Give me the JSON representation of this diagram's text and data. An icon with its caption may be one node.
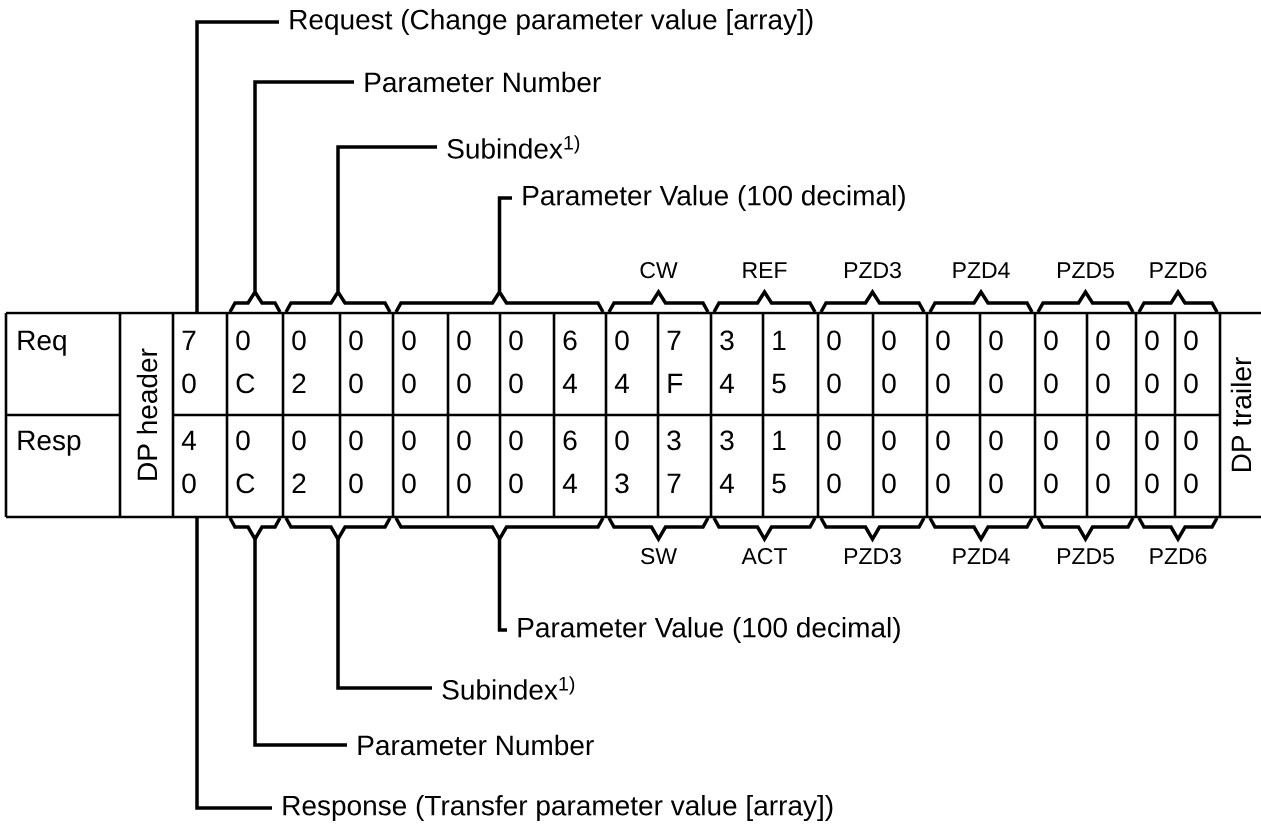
{
  "diagram": {
    "nodes": [
      {
        "text": [
          "Request (Change parameter value [array])"
        ]
      },
      {
        "text": [
          "Parameter Number"
        ]
      },
      {
        "text": [
          "Subindex$^{1)}$"
        ]
      },
      {
        "text": [
          "Parameter Value (100 decimal)"
        ]
      },
      {
        "text": [
          "Parameter Value (100 decimal)"
        ]
      },
      {
        "text": [
          "Subindex$^{1)}$"
        ]
      },
      {
        "text": [
          "Parameter Number"
        ]
      },
      {
        "text": [
          "Response (Transfer parameter value [array])"
        ]
      },
      {
        "text": [],
        "shape": "bracket"
      },
      {
        "text": [],
        "shape": "bracket"
      },
      {
        "text": [],
        "shape": "bracket"
      },
      {
        "text": [],
        "shape": "bracket"
      },
      {
        "text": [],
        "shape": "bracket"
      },
      {
        "text": [],
        "shape": "bracket"
      }
    ],
    "edges": [
      {
        "from": 0,
        "to": null,
        "arrow": "none"
      },
      {
        "from": 1,
        "to": 8,
        "arrow": "none"
      },
      {
        "from": 2,
        "to": 9,
        "arrow": "none"
      },
      {
        "from": 3,
        "to": 10,
        "arrow": "none"
      },
      {
        "from": 4,
        "to": 13,
        "arrow": "none"
      },
      {
        "from": 5,
        "to": 12,
        "arrow": "none"
      },
      {
        "from": 6,
        "to": 11,
        "arrow": "none"
      },
      {
        "from": 7,
        "to": null,
        "arrow": "none"
      }
    ],
    "labels": [
      "CW",
      "REF",
      "PZD3",
      "PZD4",
      "PZD5",
      "PZD6",
      "Req",
      "DP header",
      "7",
      "0",
      "0",
      "0",
      "0",
      "0",
      "0",
      "6",
      "0",
      "7",
      "3",
      "1",
      "0",
      "0",
      "0",
      "0",
      "0",
      "0",
      "0",
      "0",
      "0",
      "C",
      "2",
      "0",
      "0",
      "0",
      "0",
      "4",
      "4",
      "F",
      "4",
      "5",
      "0",
      "0",
      "0",
      "0",
      "0",
      "0",
      "0",
      "0",
      "DP trailer",
      "Resp",
      "4",
      "0",
      "0",
      "0",
      "0",
      "0",
      "0",
      "6",
      "0",
      "3",
      "3",
      "1",
      "0",
      "0",
      "0",
      "0",
      "0",
      "0",
      "0",
      "0",
      "0",
      "C",
      "2",
      "0",
      "0",
      "0",
      "0",
      "4",
      "3",
      "7",
      "4",
      "5",
      "0",
      "0",
      "0",
      "0",
      "0",
      "0",
      "0",
      "0",
      "SW",
      "ACT",
      "PZD3",
      "PZD4",
      "PZD5",
      "PZD6"
    ]
  }
}
